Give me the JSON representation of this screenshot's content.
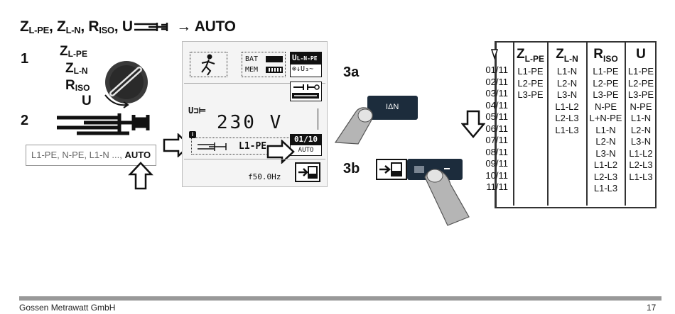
{
  "title": {
    "z_lpe": "Z",
    "z_lpe_sub": "L-PE",
    "z_ln": "Z",
    "z_ln_sub": "L-N",
    "r_iso": "R",
    "r_iso_sub": "ISO",
    "u": "U",
    "arrow_auto": "→ AUTO"
  },
  "step1": {
    "number": "1",
    "labels": [
      {
        "main": "Z",
        "sub": "L-PE"
      },
      {
        "main": "Z",
        "sub": "L-N"
      },
      {
        "main": "R",
        "sub": "ISO"
      },
      {
        "main": "U",
        "sub": ""
      }
    ]
  },
  "step2": {
    "number": "2",
    "options_prefix": "L1-PE, N-PE, L1-N ..., ",
    "options_auto": "AUTO"
  },
  "display": {
    "bat_label": "BAT",
    "mem_label": "MEM",
    "mode_label": "U",
    "mode_sub": "L-N-PE",
    "mode_line2": "U₃~",
    "u_label": "U",
    "voltage": "230 V",
    "counter": "01/10",
    "auto": "AUTO",
    "line_label": "L1-PE",
    "frequency": "f50.0Hz"
  },
  "step3a": {
    "number": "3a",
    "button_label": "IΔN"
  },
  "step3b": {
    "number": "3b"
  },
  "table": {
    "index": [
      "01/11",
      "02/11",
      "03/11",
      "04/11",
      "05/11",
      "06/11",
      "07/11",
      "08/11",
      "09/11",
      "10/11",
      "11/11"
    ],
    "headers": [
      {
        "main": "Z",
        "sub": "L-PE"
      },
      {
        "main": "Z",
        "sub": "L-N"
      },
      {
        "main": "R",
        "sub": "ISO"
      },
      {
        "main": "U",
        "sub": ""
      }
    ],
    "columns": [
      [
        "L1-PE",
        "L2-PE",
        "L3-PE"
      ],
      [
        "L1-N",
        "L2-N",
        "L3-N",
        "L1-L2",
        "L2-L3",
        "L1-L3"
      ],
      [
        "L1-PE",
        "L2-PE",
        "L3-PE",
        "N-PE",
        "L+N-PE",
        "L1-N",
        "L2-N",
        "L3-N",
        "L1-L2",
        "L2-L3",
        "L1-L3"
      ],
      [
        "L1-PE",
        "L2-PE",
        "L3-PE",
        "N-PE",
        "L1-N",
        "L2-N",
        "L3-N",
        "L1-L2",
        "L2-L3",
        "L1-L3"
      ]
    ]
  },
  "footer": {
    "company": "Gossen Metrawatt GmbH",
    "page": "17"
  },
  "colors": {
    "button_dark": "#1c2c3c",
    "rule": "#999999"
  }
}
